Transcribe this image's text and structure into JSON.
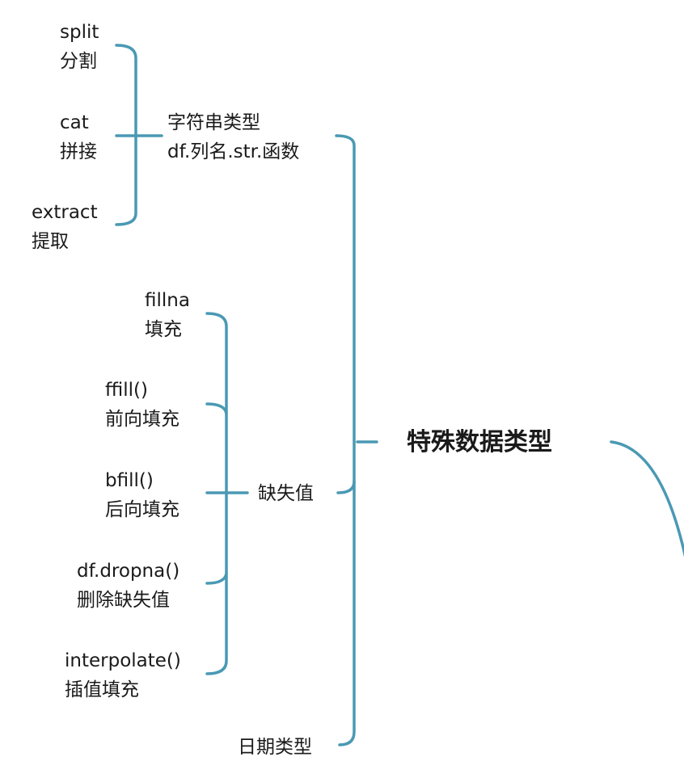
{
  "colors": {
    "link": "#4a99b4",
    "text": "#1a1a1a",
    "background": "#ffffff"
  },
  "root": {
    "label": "特殊数据类型"
  },
  "branches": [
    {
      "lines": [
        "字符串类型",
        "df.列名.str.函数"
      ],
      "children": [
        {
          "lines": [
            "split",
            "分割"
          ]
        },
        {
          "lines": [
            "cat",
            "拼接"
          ]
        },
        {
          "lines": [
            "extract",
            "提取"
          ]
        }
      ]
    },
    {
      "lines": [
        "缺失值"
      ],
      "children": [
        {
          "lines": [
            "fillna",
            "填充"
          ]
        },
        {
          "lines": [
            "ffill()",
            "前向填充"
          ]
        },
        {
          "lines": [
            "bfill()",
            "后向填充"
          ]
        },
        {
          "lines": [
            "df.dropna()",
            "删除缺失值"
          ]
        },
        {
          "lines": [
            "interpolate()",
            "插值填充"
          ]
        }
      ]
    },
    {
      "lines": [
        "日期类型"
      ],
      "children": []
    }
  ]
}
